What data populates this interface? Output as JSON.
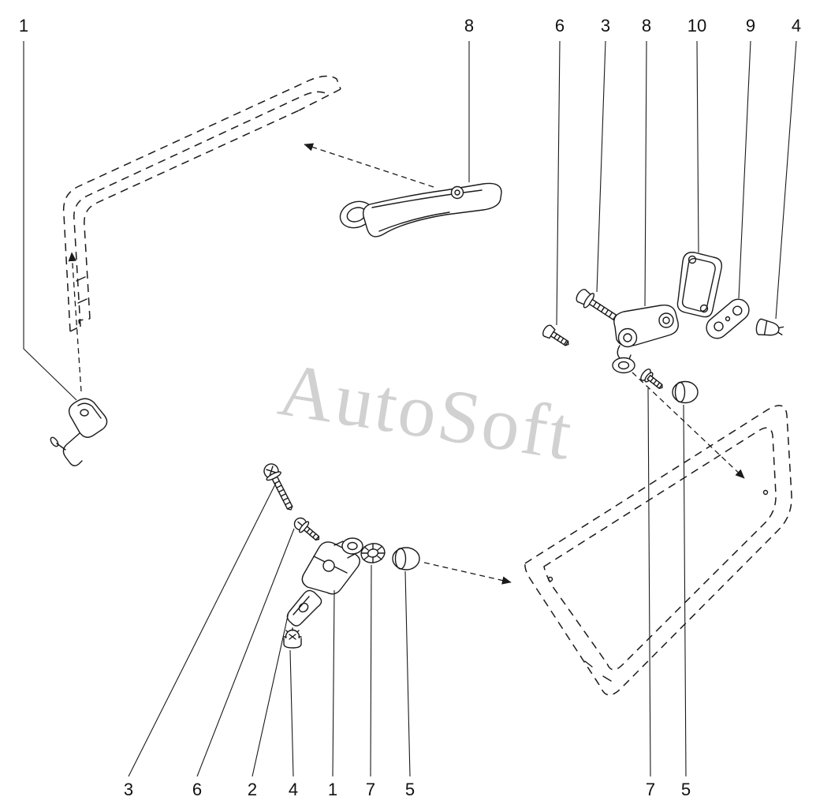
{
  "diagram": {
    "watermark": "AutoSoft",
    "callouts": {
      "top": [
        {
          "label": "1"
        },
        {
          "label": "8"
        },
        {
          "label": "6"
        },
        {
          "label": "3"
        },
        {
          "label": "8"
        },
        {
          "label": "10"
        },
        {
          "label": "9"
        },
        {
          "label": "4"
        }
      ],
      "bottom": [
        {
          "label": "3"
        },
        {
          "label": "6"
        },
        {
          "label": "2"
        },
        {
          "label": "4"
        },
        {
          "label": "1"
        },
        {
          "label": "7"
        },
        {
          "label": "5"
        },
        {
          "label": "7"
        },
        {
          "label": "5"
        }
      ]
    },
    "colors": {
      "line": "#1a1a1a",
      "watermark": "#c6c6c6",
      "background": "#ffffff"
    }
  }
}
